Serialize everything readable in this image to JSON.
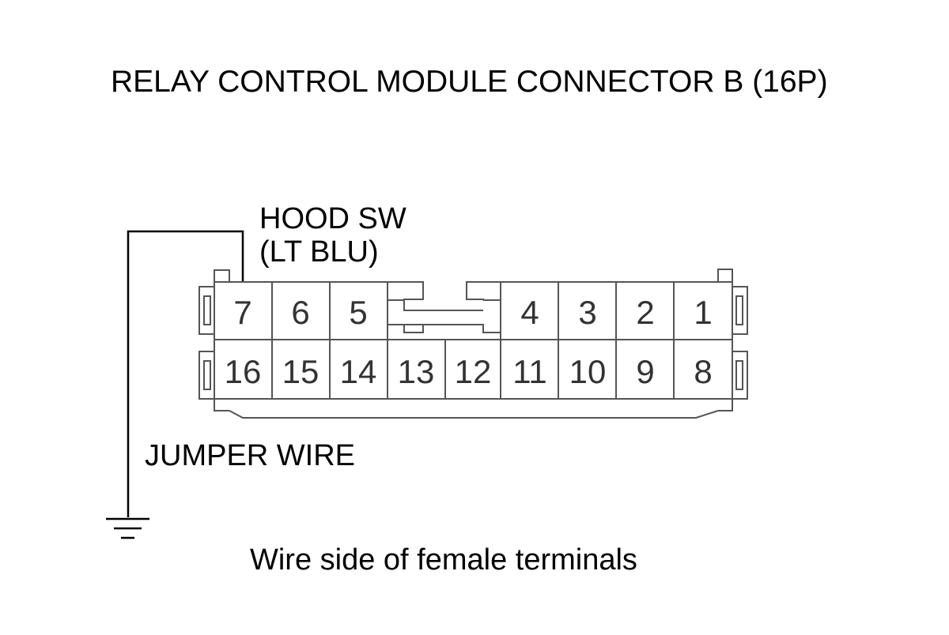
{
  "title": "RELAY CONTROL MODULE CONNECTOR B (16P)",
  "hood_switch": {
    "label_line1": "HOOD SW",
    "label_line2": "(LT BLU)",
    "terminal": "7"
  },
  "jumper_wire_label": "JUMPER WIRE",
  "caption": "Wire side of female terminals",
  "connector": {
    "top_row": [
      "7",
      "6",
      "5",
      "4",
      "3",
      "2",
      "1"
    ],
    "bottom_row": [
      "16",
      "15",
      "14",
      "13",
      "12",
      "11",
      "10",
      "9",
      "8"
    ]
  },
  "colors": {
    "line": "#000000",
    "connector_outline": "#555555",
    "pin_text": "#333333",
    "background": "#ffffff"
  }
}
